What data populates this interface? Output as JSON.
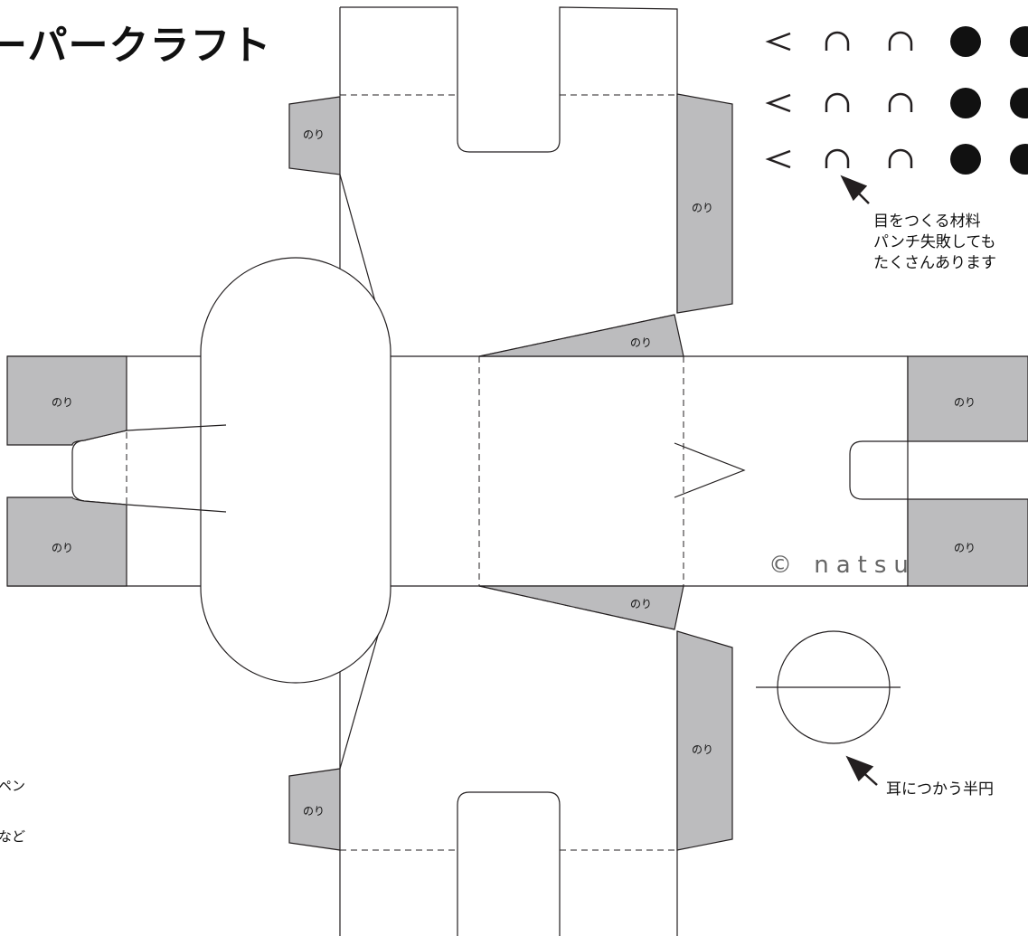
{
  "title": "ーパークラフト",
  "glue_label": "のり",
  "eye_material_note": {
    "lines": [
      "目をつくる材料",
      "パンチ失敗しても",
      "たくさんあります"
    ]
  },
  "ear_note": "耳につかう半円",
  "credit": "© natsu",
  "left_notes": [
    "ペン",
    "など"
  ],
  "eye_symbols": {
    "rows": 3,
    "items": [
      "<",
      "∩",
      "∩",
      "●",
      "●"
    ]
  },
  "colors": {
    "glue_fill": "#bcbcbe",
    "line": "#231f20"
  }
}
